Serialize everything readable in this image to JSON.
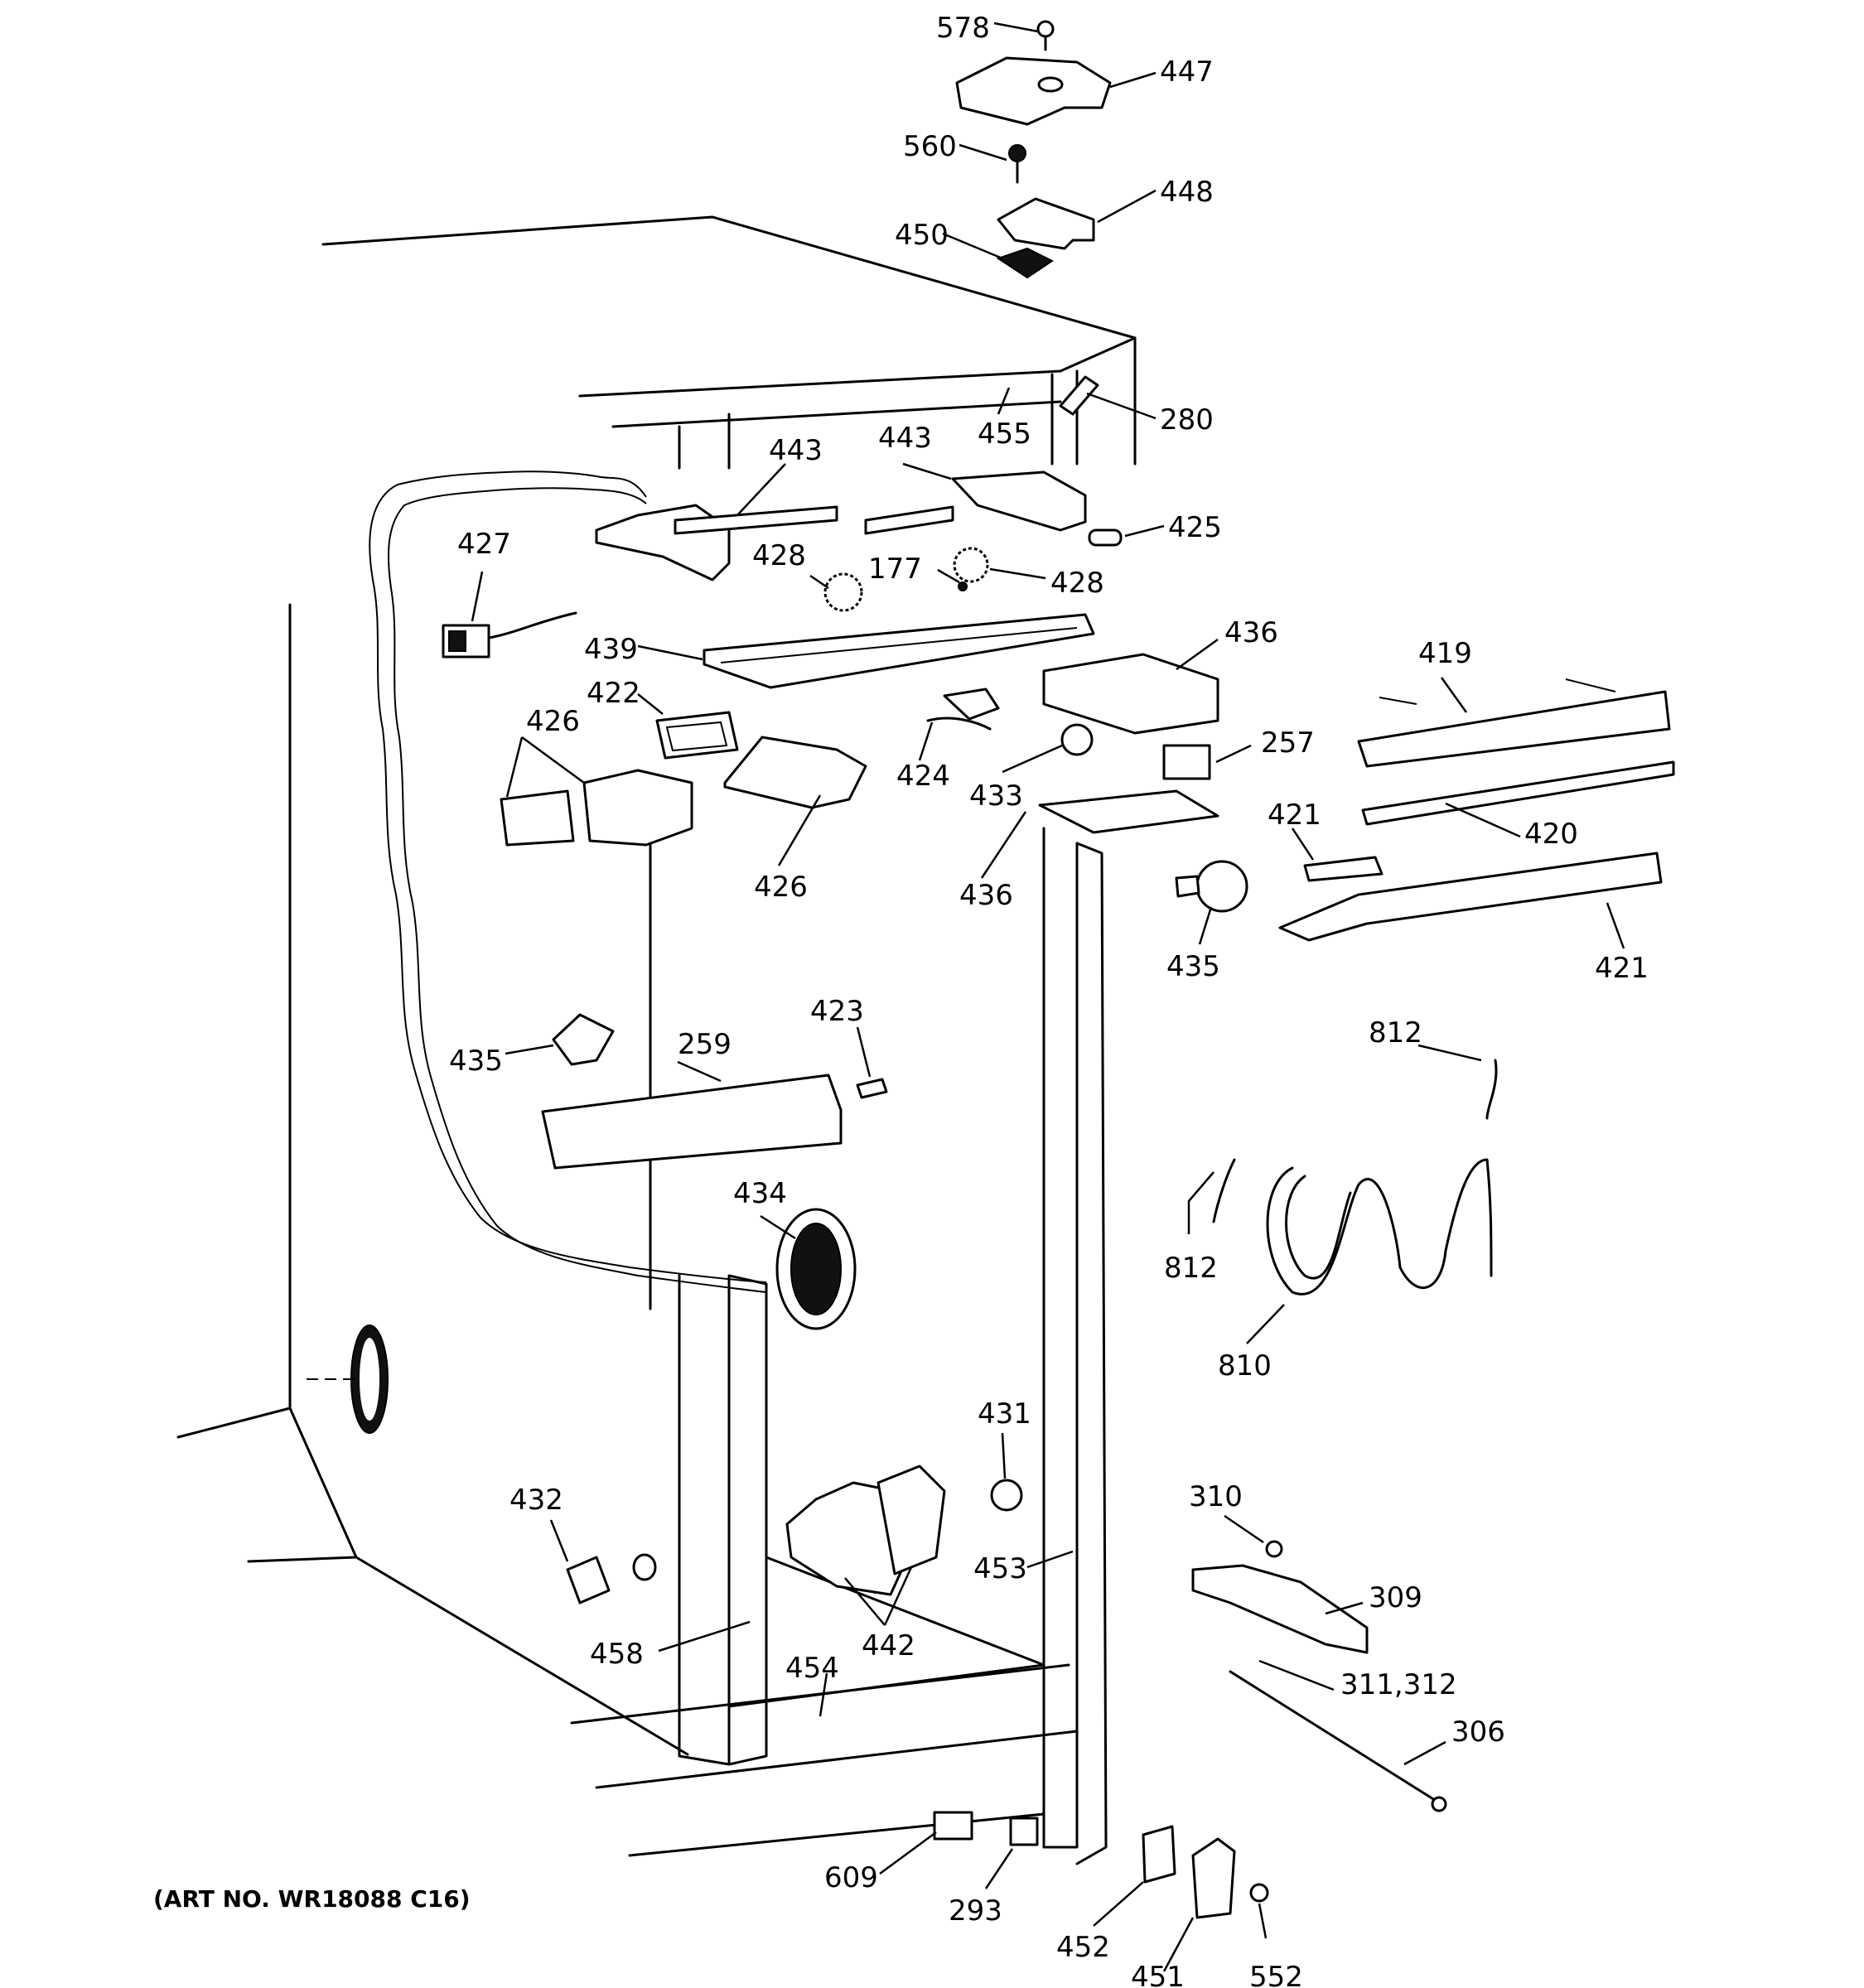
{
  "art_number": "(ART NO. WR18088 C16)",
  "callouts": [
    {
      "label": "578"
    },
    {
      "label": "447"
    },
    {
      "label": "560"
    },
    {
      "label": "448"
    },
    {
      "label": "450"
    },
    {
      "label": "280"
    },
    {
      "label": "455"
    },
    {
      "label": "443"
    },
    {
      "label": "443"
    },
    {
      "label": "425"
    },
    {
      "label": "427"
    },
    {
      "label": "428"
    },
    {
      "label": "177"
    },
    {
      "label": "428"
    },
    {
      "label": "439"
    },
    {
      "label": "436"
    },
    {
      "label": "419"
    },
    {
      "label": "422"
    },
    {
      "label": "426"
    },
    {
      "label": "424"
    },
    {
      "label": "433"
    },
    {
      "label": "257"
    },
    {
      "label": "426"
    },
    {
      "label": "436"
    },
    {
      "label": "421"
    },
    {
      "label": "420"
    },
    {
      "label": "435"
    },
    {
      "label": "421"
    },
    {
      "label": "423"
    },
    {
      "label": "435"
    },
    {
      "label": "259"
    },
    {
      "label": "812"
    },
    {
      "label": "434"
    },
    {
      "label": "812"
    },
    {
      "label": "810"
    },
    {
      "label": "431"
    },
    {
      "label": "310"
    },
    {
      "label": "432"
    },
    {
      "label": "453"
    },
    {
      "label": "309"
    },
    {
      "label": "442"
    },
    {
      "label": "458"
    },
    {
      "label": "454"
    },
    {
      "label": "311,312"
    },
    {
      "label": "306"
    },
    {
      "label": "609"
    },
    {
      "label": "293"
    },
    {
      "label": "452"
    },
    {
      "label": "451"
    },
    {
      "label": "552"
    }
  ]
}
